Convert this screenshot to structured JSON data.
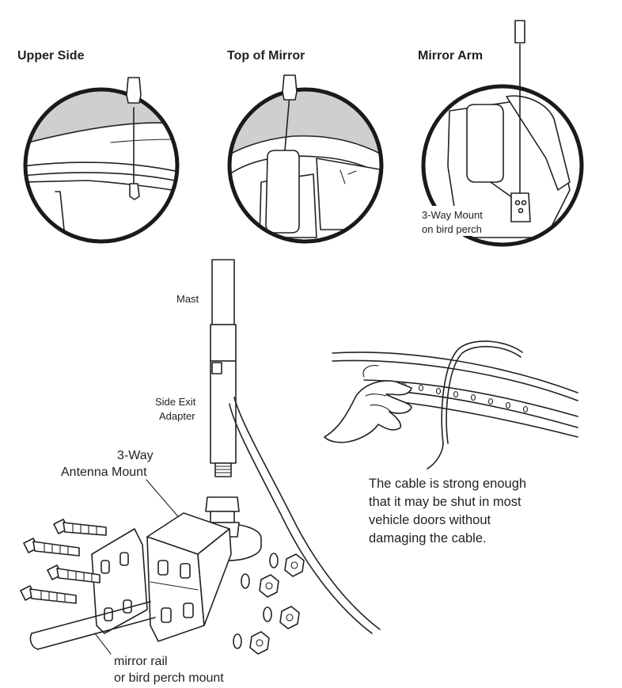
{
  "panels": {
    "upper_side": "Upper Side",
    "top_of_mirror": "Top of Mirror",
    "mirror_arm": "Mirror Arm"
  },
  "labels": {
    "three_way_mount_line1": "3-Way Mount",
    "three_way_mount_line2": "on bird perch",
    "mast": "Mast",
    "side_exit_line1": "Side Exit",
    "side_exit_line2": "Adapter",
    "antenna_mount_line1": "3-Way",
    "antenna_mount_line2": "Antenna Mount",
    "mirror_rail_line1": "mirror rail",
    "mirror_rail_line2": "or bird perch mount"
  },
  "caption": {
    "line1": "The cable is strong enough",
    "line2": "that it may be shut in most",
    "line3": "vehicle doors without",
    "line4": "damaging the cable."
  }
}
